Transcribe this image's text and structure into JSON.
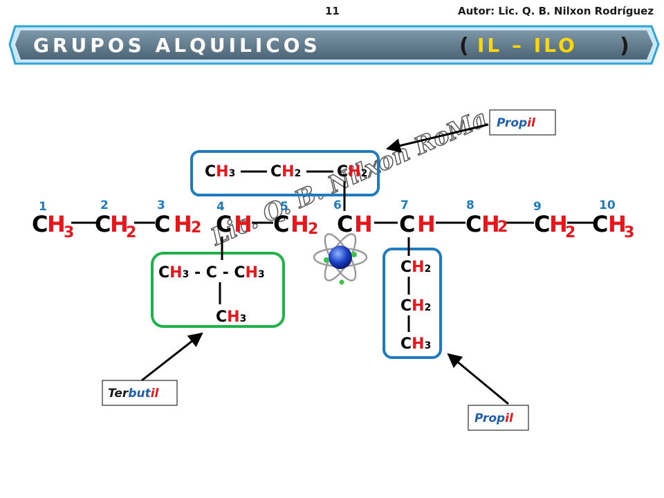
{
  "header": {
    "page_number": "11",
    "author": "Autor: Lic. Q. B.  Nilxon Rodríguez"
  },
  "banner": {
    "title": "GRUPOS   ALQUILICOS",
    "open_paren": "(",
    "accent": "IL – ILO",
    "close_paren": ")"
  },
  "main_chain": {
    "numbers": [
      "1",
      "2",
      "3",
      "4",
      "5",
      "6",
      "7",
      "8",
      "9",
      "10"
    ]
  },
  "branches": {
    "top": {
      "groups": [
        {
          "c": "C",
          "h": "H",
          "sub": "3"
        },
        {
          "c": "C",
          "h": "H",
          "sub": "2"
        },
        {
          "c": "C",
          "h": "H",
          "sub": "2"
        }
      ]
    },
    "left": {
      "row": [
        {
          "c": "C",
          "h": "H",
          "sub": "3"
        },
        {
          "sep": " - C - "
        },
        {
          "c": "C",
          "h": "H",
          "sub": "3"
        }
      ],
      "bottom": {
        "c": "C",
        "h": "H",
        "sub": "3"
      }
    },
    "right": {
      "groups": [
        {
          "c": "C",
          "h": "H",
          "sub": "2"
        },
        {
          "c": "C",
          "h": "H",
          "sub": "2"
        },
        {
          "c": "C",
          "h": "H",
          "sub": "3"
        }
      ]
    }
  },
  "labels": {
    "propil_top": {
      "parts": [
        "Prop",
        "il"
      ]
    },
    "terbutil": {
      "parts": [
        "Ter",
        "but",
        "il"
      ]
    },
    "propil_bottom": {
      "parts": [
        "Prop",
        "il"
      ]
    }
  },
  "watermark": "Lic. Q. B. Nilxon RoMa",
  "colors": {
    "banner_fill": "#5f7a8c",
    "banner_border": "#2fa3d6",
    "carbon": "#000000",
    "hydrogen": "#e8161b",
    "numbering": "#1f7bbf",
    "box_blue": "#1f7bbf",
    "box_green": "#20b24a",
    "accent_yellow": "#ffd800"
  }
}
